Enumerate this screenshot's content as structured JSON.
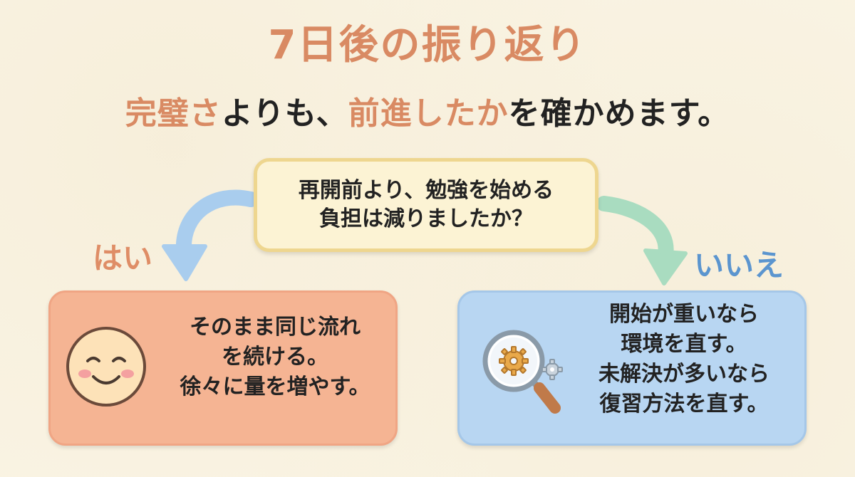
{
  "title": "7日後の振り返り",
  "subtitle": {
    "part1": "完璧さ",
    "part2": "よりも、",
    "part3": "前進したか",
    "part4": "を確かめます。"
  },
  "question": {
    "line1": "再開前より、勉強を始める",
    "line2": "負担は減りましたか？"
  },
  "yes_branch": {
    "label": "はい",
    "lines": [
      "そのまま同じ流れ",
      "を続ける。",
      "徐々に量を増やす。"
    ]
  },
  "no_branch": {
    "label": "いいえ",
    "lines": [
      "開始が重いなら",
      "環境を直す。",
      "未解決が多いなら",
      "復習方法を直す。"
    ]
  },
  "icons": {
    "yes_icon": "smiley-face-icon",
    "no_icon": "magnifier-gear-icon"
  },
  "colors": {
    "accent_orange": "#d98a63",
    "accent_blue": "#5b95cf",
    "question_fill": "#fcf3d4",
    "question_border": "#eed68f",
    "yes_card": "#f5b493",
    "no_card": "#b8d6f2",
    "arrow_blue": "#a9cdee",
    "arrow_green": "#a9dcc0"
  }
}
